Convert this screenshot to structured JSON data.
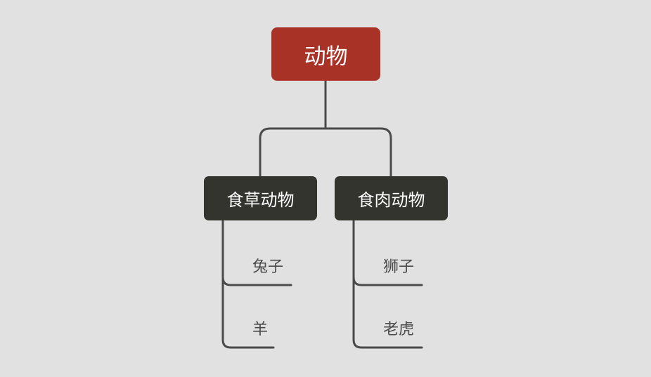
{
  "diagram": {
    "root": {
      "label": "动物"
    },
    "branches": [
      {
        "label": "食草动物",
        "leaves": [
          {
            "label": "兔子"
          },
          {
            "label": "羊"
          }
        ]
      },
      {
        "label": "食肉动物",
        "leaves": [
          {
            "label": "狮子"
          },
          {
            "label": "老虎"
          }
        ]
      }
    ],
    "colors": {
      "background": "#e1e1e1",
      "root": "#a93226",
      "branch": "#34342e",
      "connector": "#4a4a4a",
      "leaf_text": "#4a4a4a"
    }
  }
}
